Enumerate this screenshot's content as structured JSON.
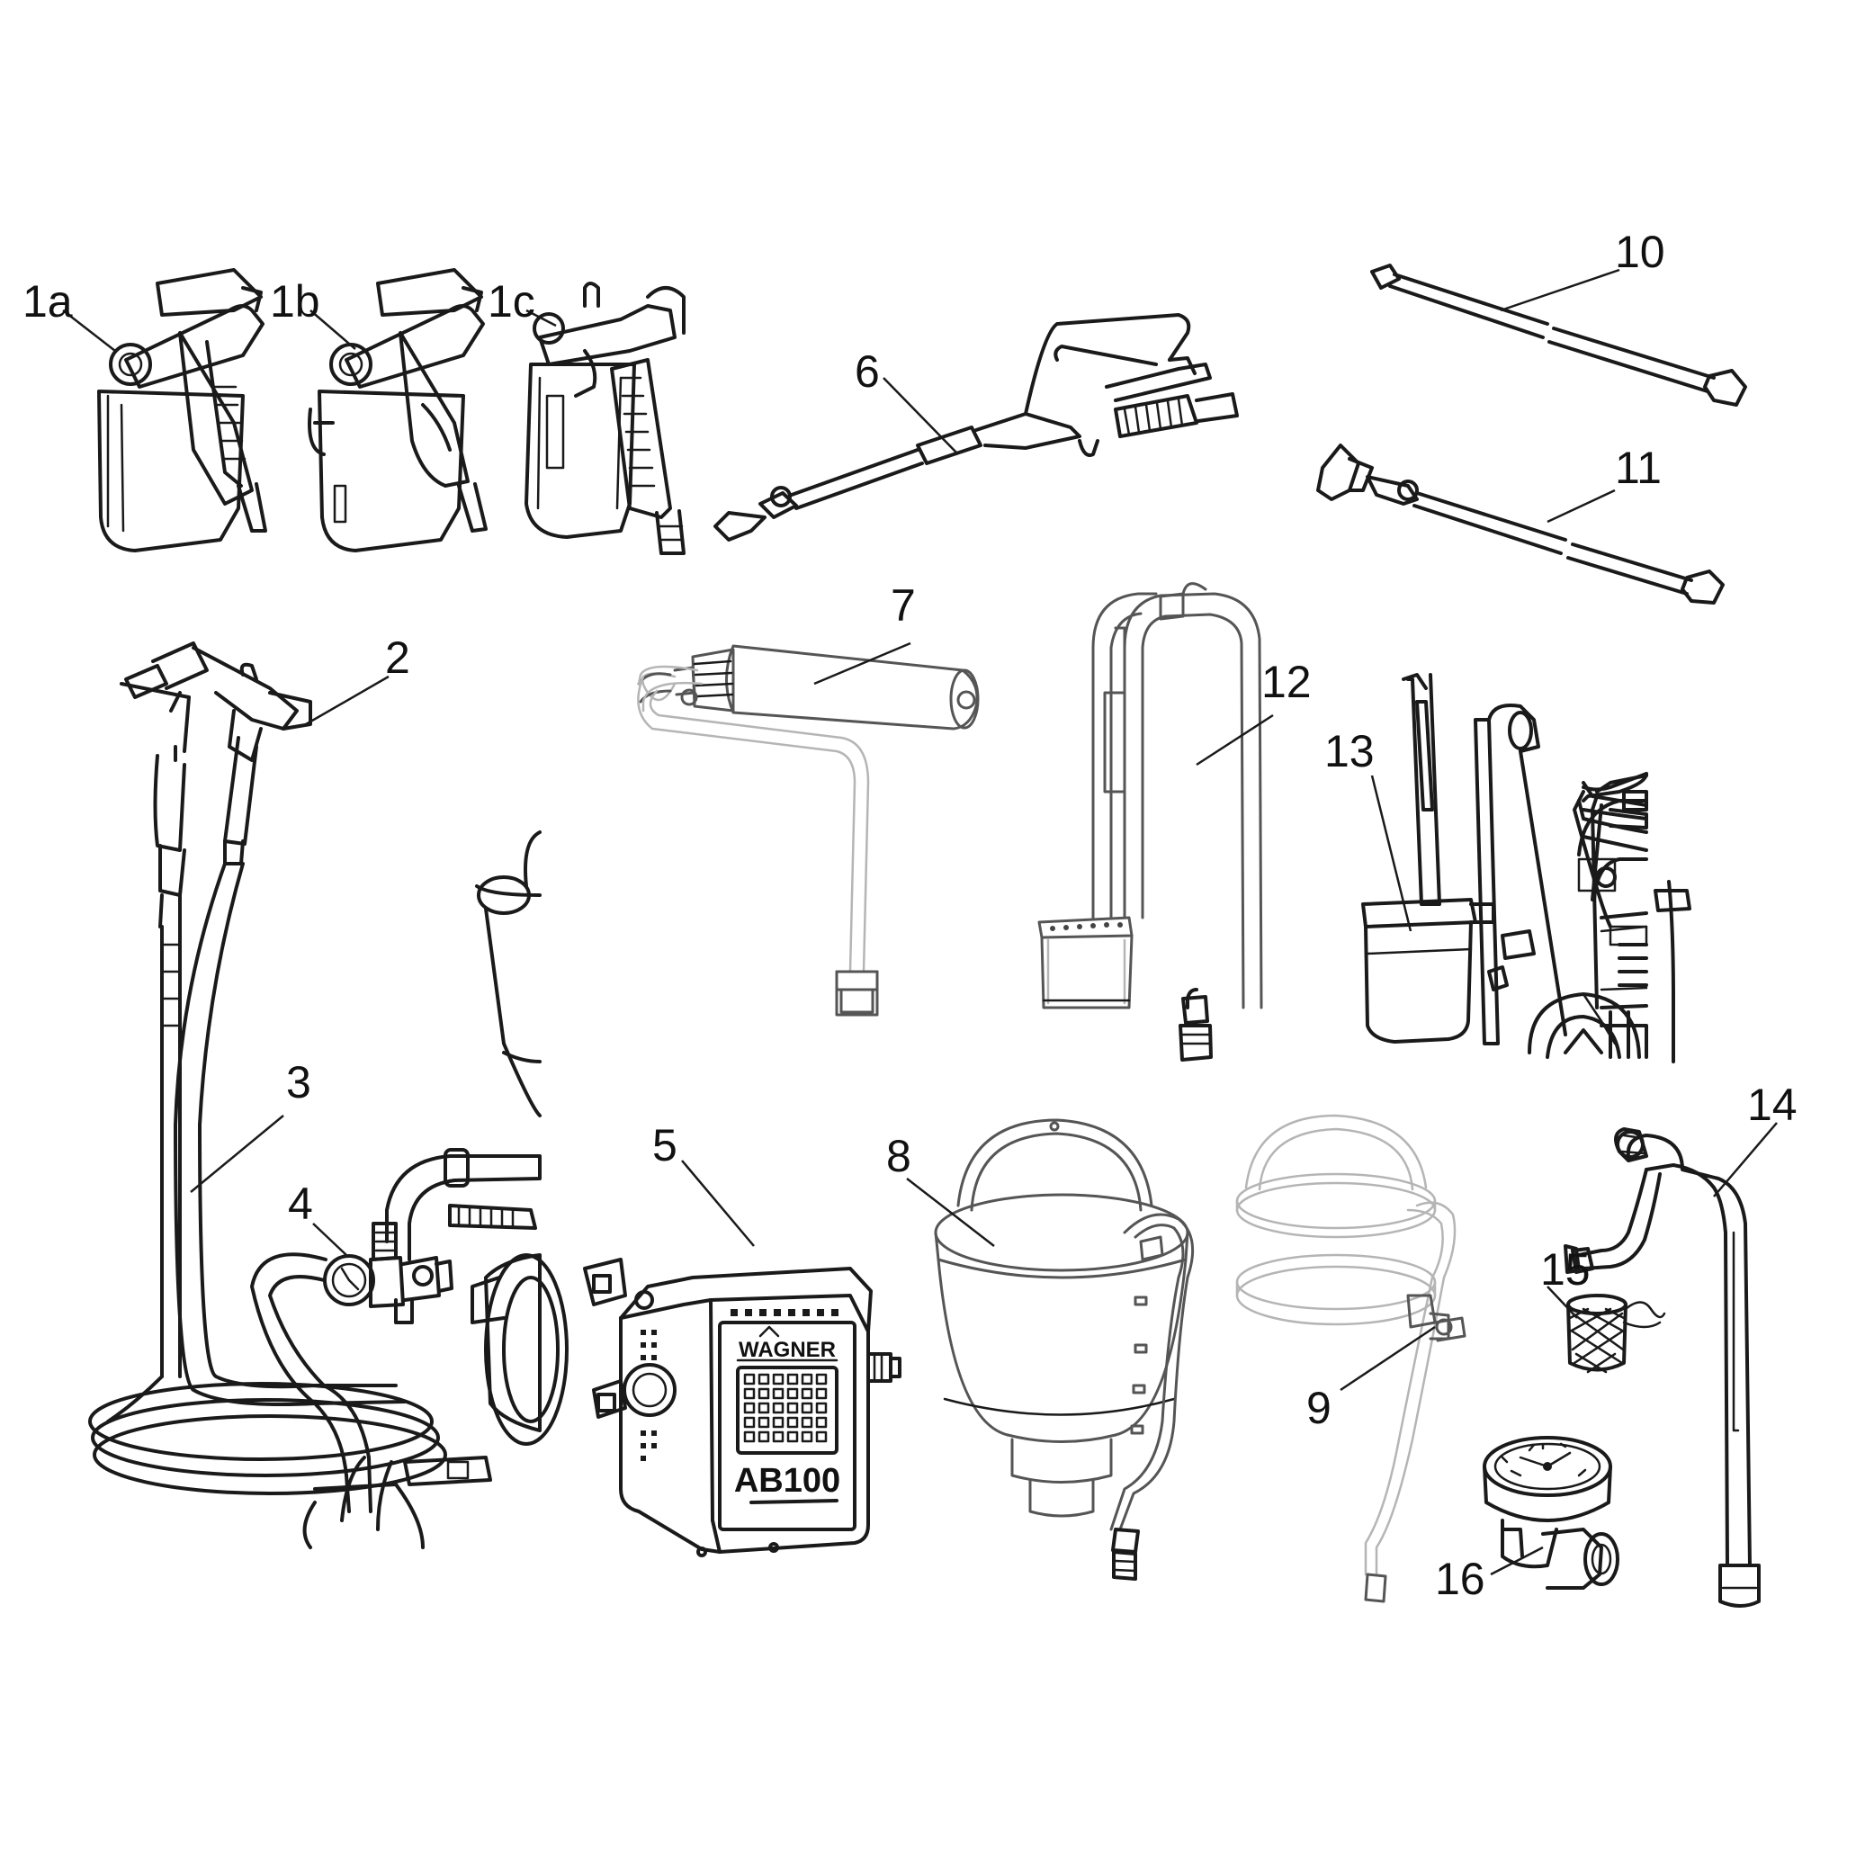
{
  "diagram": {
    "labels": {
      "1a": "1a",
      "1b": "1b",
      "1c": "1c",
      "2": "2",
      "3": "3",
      "4": "4",
      "5": "5",
      "6": "6",
      "7": "7",
      "8": "8",
      "9": "9",
      "10": "10",
      "11": "11",
      "12": "12",
      "13": "13",
      "14": "14",
      "15": "15",
      "16": "16"
    },
    "unit_5": {
      "brand": "WAGNER",
      "model": "AB100"
    }
  }
}
